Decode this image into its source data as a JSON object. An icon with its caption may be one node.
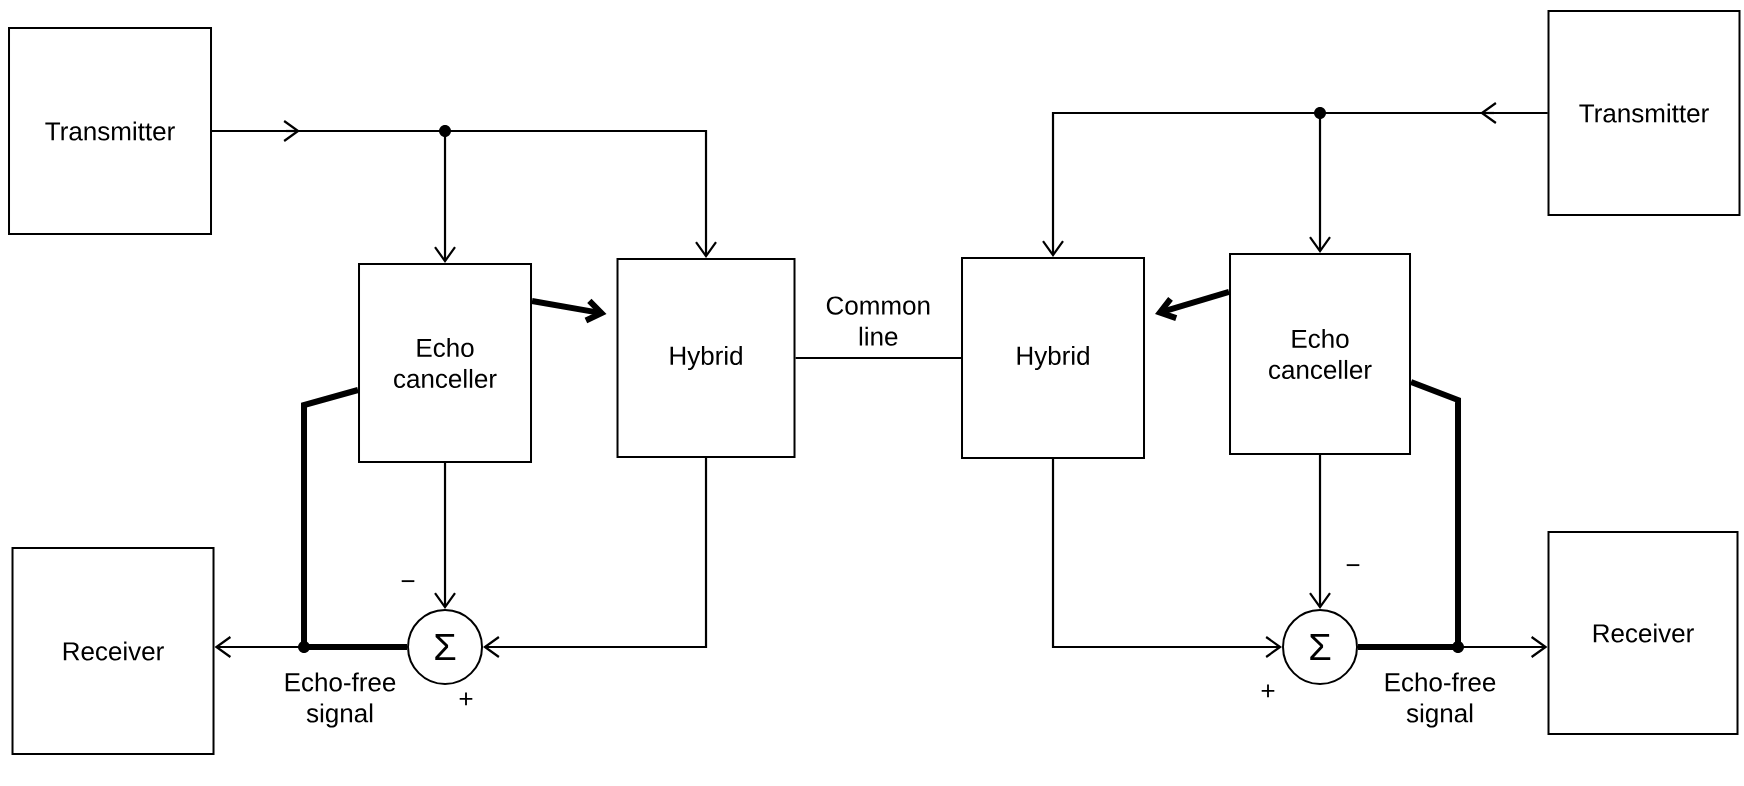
{
  "diagram": {
    "nodes": [
      {
        "text": [
          "Transmitter"
        ]
      },
      {
        "text": [
          "Echo canceller"
        ]
      },
      {
        "text": [
          "Hybrid"
        ]
      },
      {
        "text": [
          "Receiver"
        ]
      },
      {
        "text": [
          "Σ"
        ],
        "beside": [
          "−",
          "+"
        ]
      },
      {
        "text": [
          "Hybrid"
        ]
      },
      {
        "text": [
          "Echo canceller"
        ]
      },
      {
        "text": [
          "Transmitter"
        ]
      },
      {
        "text": [
          "Receiver"
        ]
      },
      {
        "text": [
          "Σ"
        ],
        "beside": [
          "−",
          "+"
        ]
      }
    ],
    "edges": [
      {
        "from": 0,
        "to": 1,
        "arrow": "to"
      },
      {
        "from": 0,
        "to": 2,
        "arrow": "to"
      },
      {
        "from": 1,
        "to": 2,
        "arrow": "to",
        "style": "thick"
      },
      {
        "from": 1,
        "to": 4,
        "arrow": "to"
      },
      {
        "from": 2,
        "to": 4,
        "arrow": "to"
      },
      {
        "from": 4,
        "to": 3,
        "arrow": "to"
      },
      {
        "from": 4,
        "to": 1,
        "arrow": "none",
        "style": "thick"
      },
      {
        "from": 2,
        "to": 5,
        "arrow": "none",
        "label": "Common line"
      },
      {
        "from": 7,
        "to": 5,
        "arrow": "to"
      },
      {
        "from": 7,
        "to": 6,
        "arrow": "to"
      },
      {
        "from": 6,
        "to": 5,
        "arrow": "to",
        "style": "thick"
      },
      {
        "from": 6,
        "to": 9,
        "arrow": "to"
      },
      {
        "from": 5,
        "to": 9,
        "arrow": "to"
      },
      {
        "from": 9,
        "to": 8,
        "arrow": "to"
      },
      {
        "from": 9,
        "to": 6,
        "arrow": "none",
        "style": "thick"
      }
    ],
    "labels": [
      "Echo-free signal",
      "Echo-free signal"
    ]
  }
}
